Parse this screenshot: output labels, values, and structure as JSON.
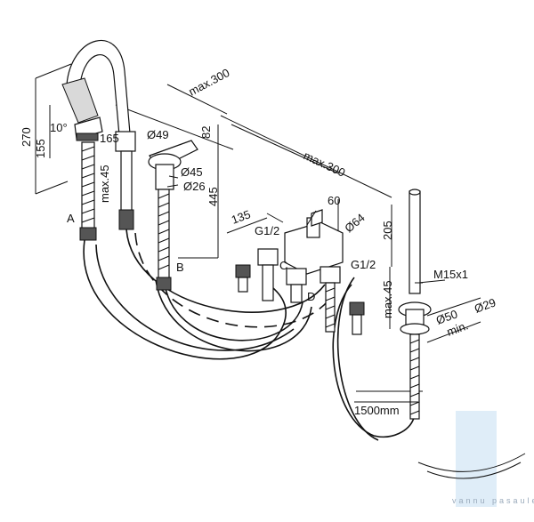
{
  "dimensions": {
    "max300_a": "max.300",
    "max300_b": "max.300",
    "d270": "270",
    "d155": "155",
    "angle": "10°",
    "d165": "165",
    "max45_left": "max.45",
    "d49": "Ø49",
    "d82": "82",
    "d45": "Ø45",
    "d26": "Ø26",
    "d445": "445",
    "d135": "135",
    "d60": "60",
    "d64": "Ø64",
    "g12_a": "G1/2",
    "g12_b": "G1/2",
    "d205": "205",
    "m15": "M15x1",
    "max45_right": "max.45",
    "d50": "Ø50",
    "min": "min.",
    "d29": "Ø29",
    "hose": "1500mm"
  },
  "labels": {
    "a": "A",
    "b": "B",
    "c": "C",
    "d": "D"
  },
  "watermark": {
    "text": "vannu pasaule",
    "color": "#cfe3f3"
  }
}
